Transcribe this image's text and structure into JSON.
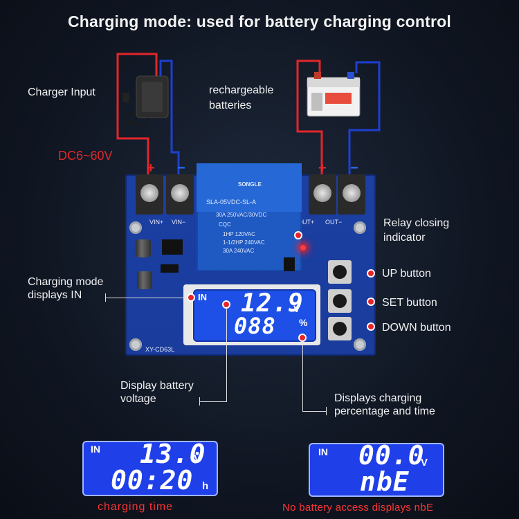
{
  "title": "Charging mode: used for battery charging control",
  "labels": {
    "charger_input": "Charger Input",
    "rechargeable_batteries": "rechargeable\nbatteries",
    "voltage_range": "DC6~60V",
    "relay_indicator": "Relay closing\nindicator",
    "up_button": "UP button",
    "set_button": "SET button",
    "down_button": "DOWN button",
    "charging_mode": "Charging mode\ndisplays IN",
    "display_voltage": "Display battery\nvoltage",
    "display_percentage": "Displays charging\npercentage and time"
  },
  "board": {
    "terminal_plus": "+",
    "terminal_minus": "−",
    "vin_plus": "VIN+",
    "vin_minus": "VIN−",
    "out_plus": "OUT+",
    "out_minus": "OUT−",
    "model": "XY-CD63L",
    "relay_brand": "SONGLE",
    "relay_lines": [
      "SLA-05VDC-SL-A",
      "30A  250VAC/30VDC",
      "CQC",
      "1HP 120VAC",
      "1-1/2HP 240VAC",
      "30A  240VAC"
    ]
  },
  "main_lcd": {
    "mode": "IN",
    "voltage": "12.9",
    "voltage_unit": "V",
    "percentage": "088",
    "percentage_unit": "%"
  },
  "lcd_charging_time": {
    "mode": "IN",
    "voltage": "13.0",
    "voltage_unit": "V",
    "time": "00:20",
    "time_unit": "h",
    "caption": "charging time"
  },
  "lcd_no_battery": {
    "mode": "IN",
    "voltage": "00.0",
    "voltage_unit": "V",
    "code": "nbE",
    "caption": "No battery access displays nbE"
  },
  "colors": {
    "wire_positive": "#e3262a",
    "wire_negative": "#1e3fd0",
    "pcb": "#1a3c9c",
    "lcd": "#1f4fe6"
  }
}
